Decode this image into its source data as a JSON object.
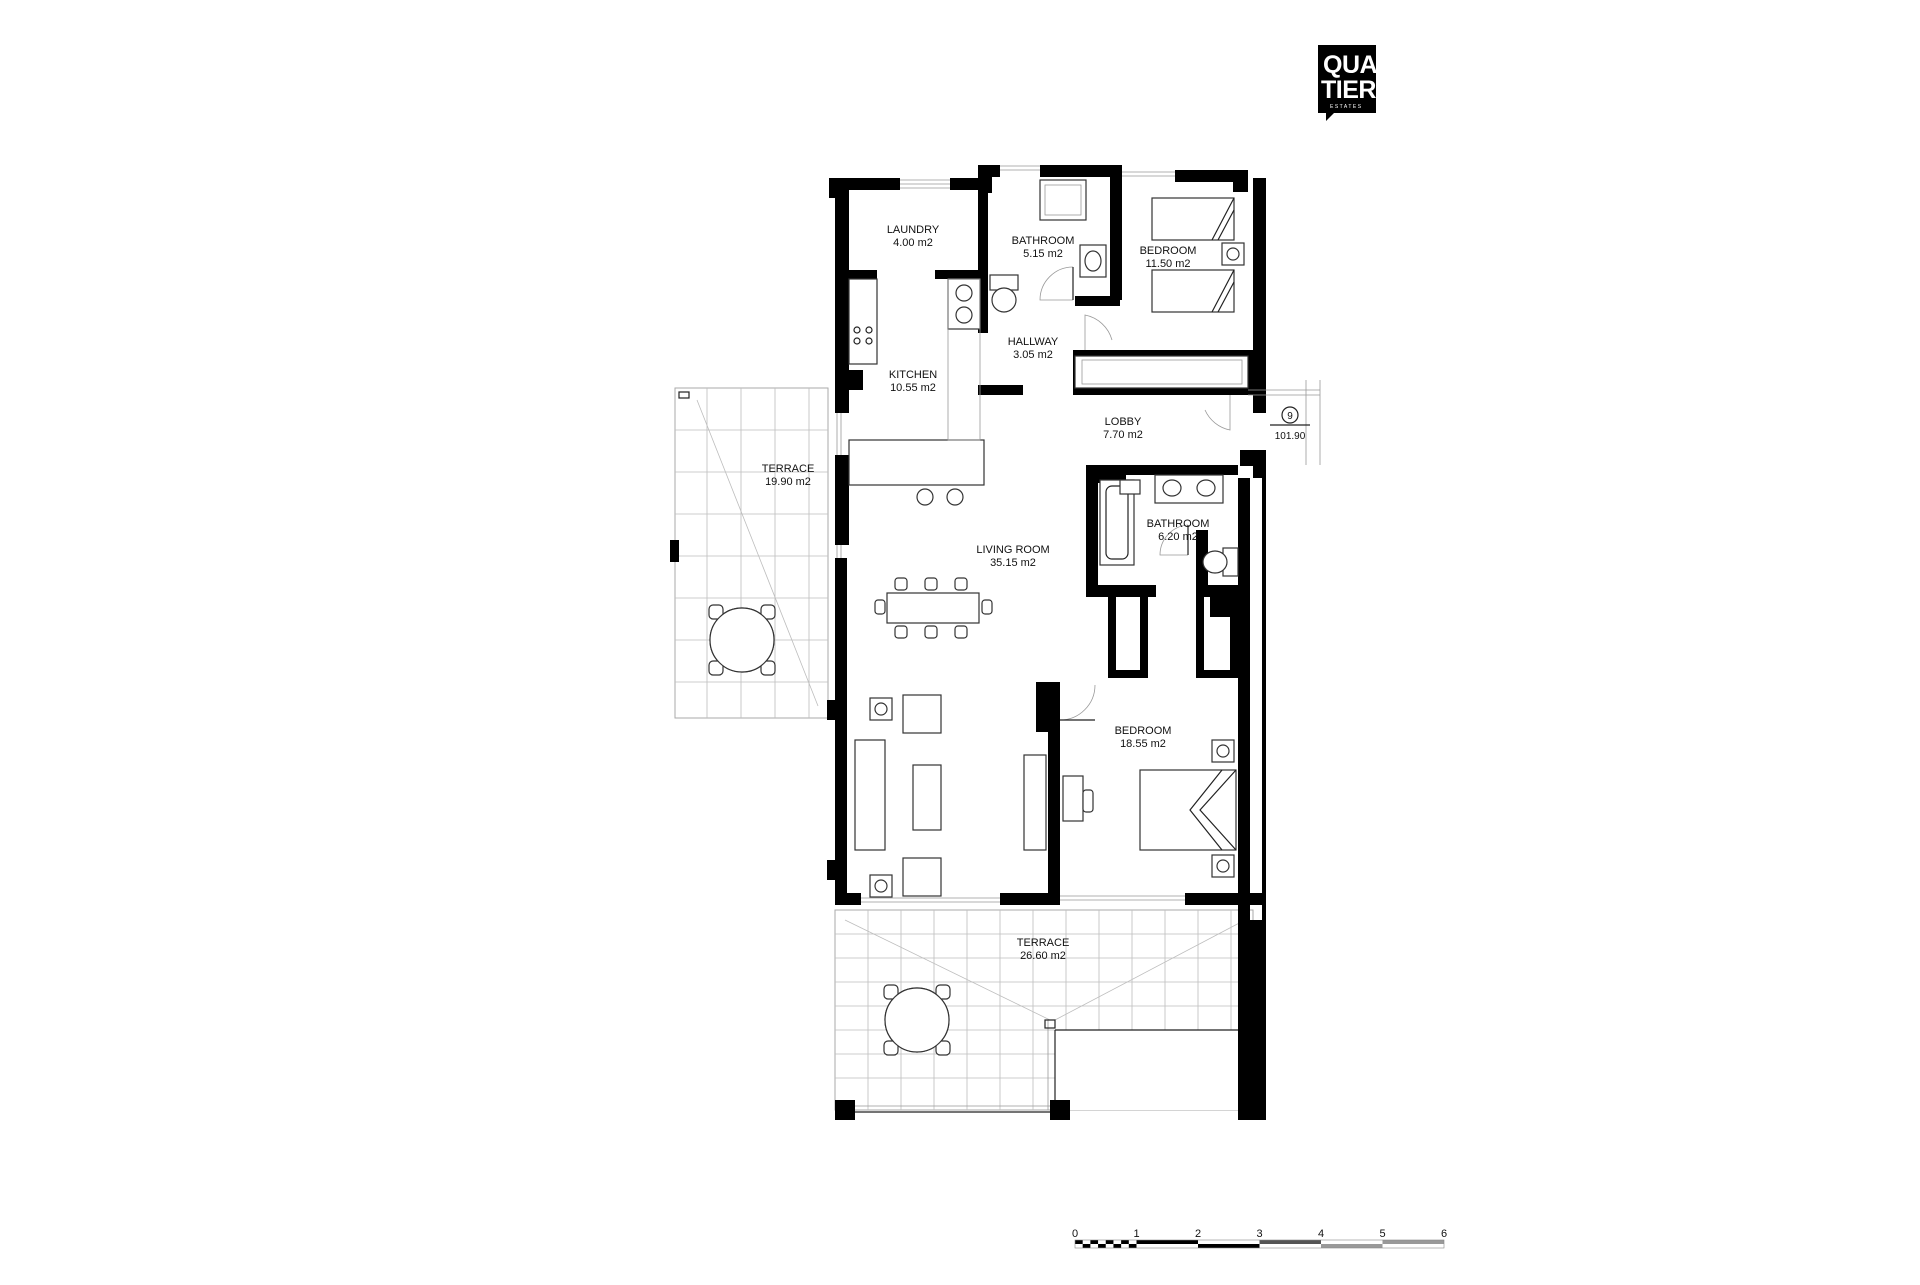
{
  "logo": {
    "line1": "QUAR",
    "line2": "TIERS",
    "tagline": "ESTATES"
  },
  "rooms": {
    "laundry": {
      "name": "LAUNDRY",
      "area": "4.00 m2"
    },
    "bathroom1": {
      "name": "BATHROOM",
      "area": "5.15 m2"
    },
    "bedroom1": {
      "name": "BEDROOM",
      "area": "11.50 m2"
    },
    "hallway": {
      "name": "HALLWAY",
      "area": "3.05 m2"
    },
    "kitchen": {
      "name": "KITCHEN",
      "area": "10.55 m2"
    },
    "lobby": {
      "name": "LOBBY",
      "area": "7.70 m2"
    },
    "terrace1": {
      "name": "TERRACE",
      "area": "19.90 m2"
    },
    "bathroom2": {
      "name": "BATHROOM",
      "area": "6.20 m2"
    },
    "living": {
      "name": "LIVING ROOM",
      "area": "35.15 m2"
    },
    "bedroom2": {
      "name": "BEDROOM",
      "area": "18.55 m2"
    },
    "terrace2": {
      "name": "TERRACE",
      "area": "26.60 m2"
    }
  },
  "level_marker": {
    "number": "9",
    "elevation": "101.90"
  },
  "scale_bar": {
    "ticks": [
      "0",
      "1",
      "2",
      "3",
      "4",
      "5",
      "6"
    ]
  }
}
